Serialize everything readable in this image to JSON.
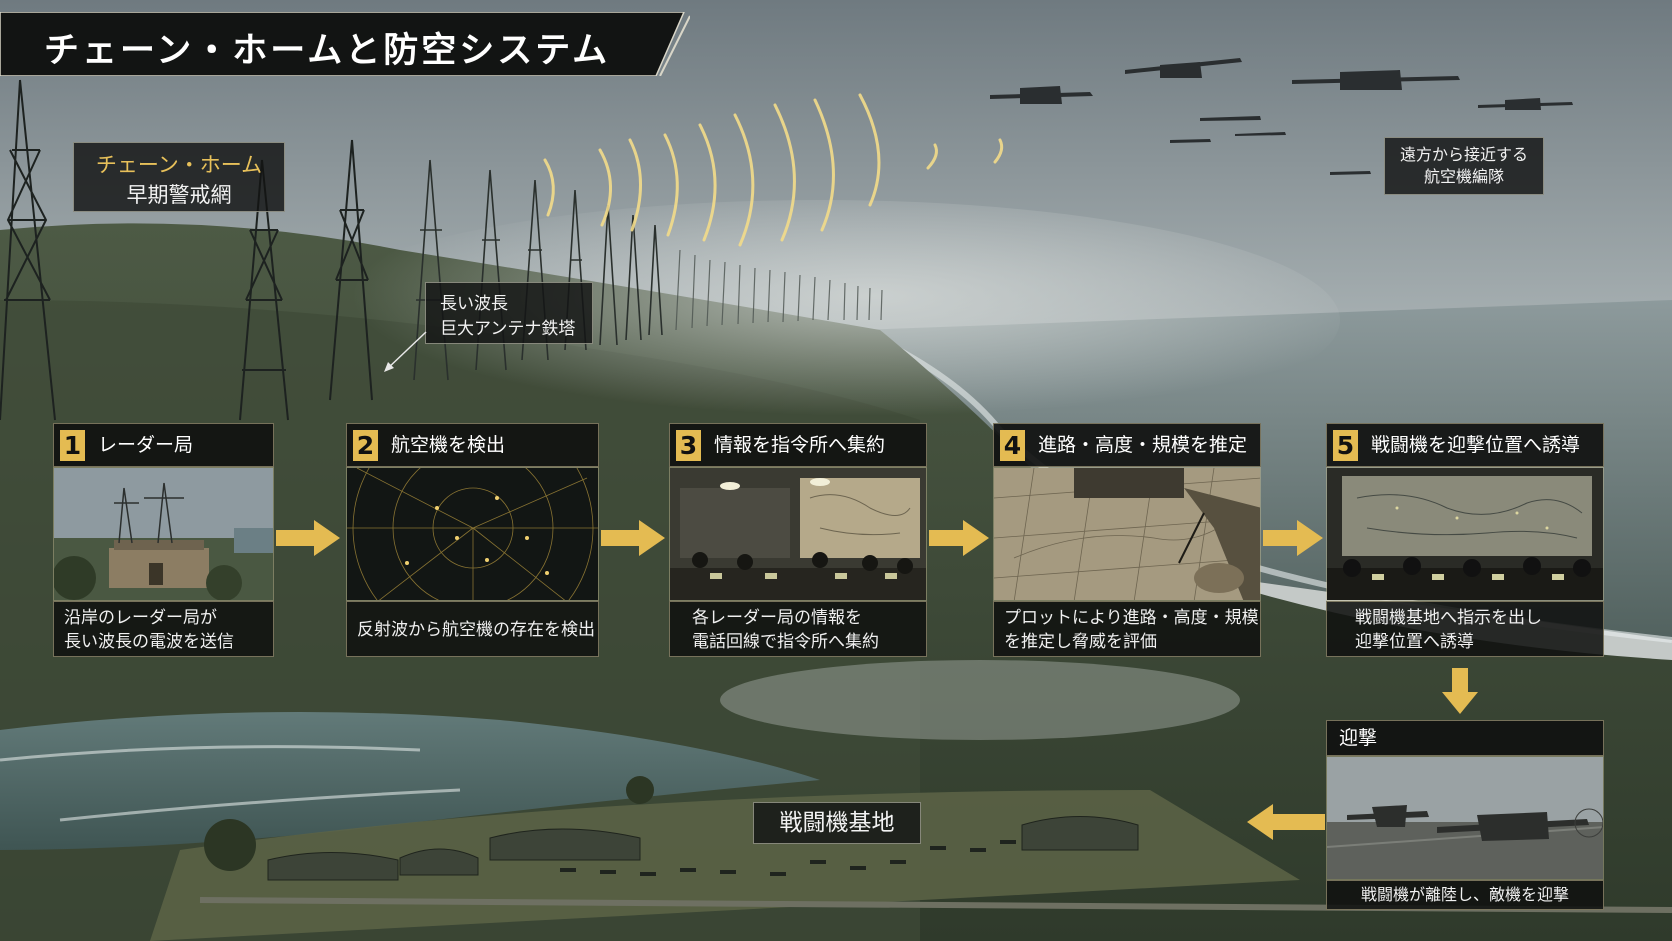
{
  "title": "チェーン・ホームと防空システム",
  "chain_home": {
    "line1": "チェーン・ホーム",
    "line2": "早期警戒網"
  },
  "antenna_note": {
    "line1": "長い波長",
    "line2": "巨大アンテナ鉄塔"
  },
  "formation_note": {
    "line1": "遠方から接近する",
    "line2": "航空機編隊"
  },
  "steps": [
    {
      "num": "1",
      "title": "レーダー局",
      "caption": [
        "沿岸のレーダー局が",
        "長い波長の電波を送信"
      ]
    },
    {
      "num": "2",
      "title": "航空機を検出",
      "caption": [
        "反射波から航空機の存在を検出"
      ]
    },
    {
      "num": "3",
      "title": "情報を指令所へ集約",
      "caption": [
        "各レーダー局の情報を",
        "電話回線で指令所へ集約"
      ]
    },
    {
      "num": "4",
      "title": "進路・高度・規模を推定",
      "caption": [
        "プロットにより進路・高度・規模",
        "を推定し脅威を評価"
      ]
    },
    {
      "num": "5",
      "title": "戦闘機を迎撃位置へ誘導",
      "caption": [
        "戦闘機基地へ指示を出し",
        "迎撃位置へ誘導"
      ]
    }
  ],
  "intercept": {
    "title": "迎撃",
    "caption": "戦闘機が離陸し、敵機を迎撃"
  },
  "airbase_label": "戦闘機基地",
  "colors": {
    "accent": "#e4bb52",
    "panel": "#121413",
    "wave": "#f3dc8a"
  }
}
